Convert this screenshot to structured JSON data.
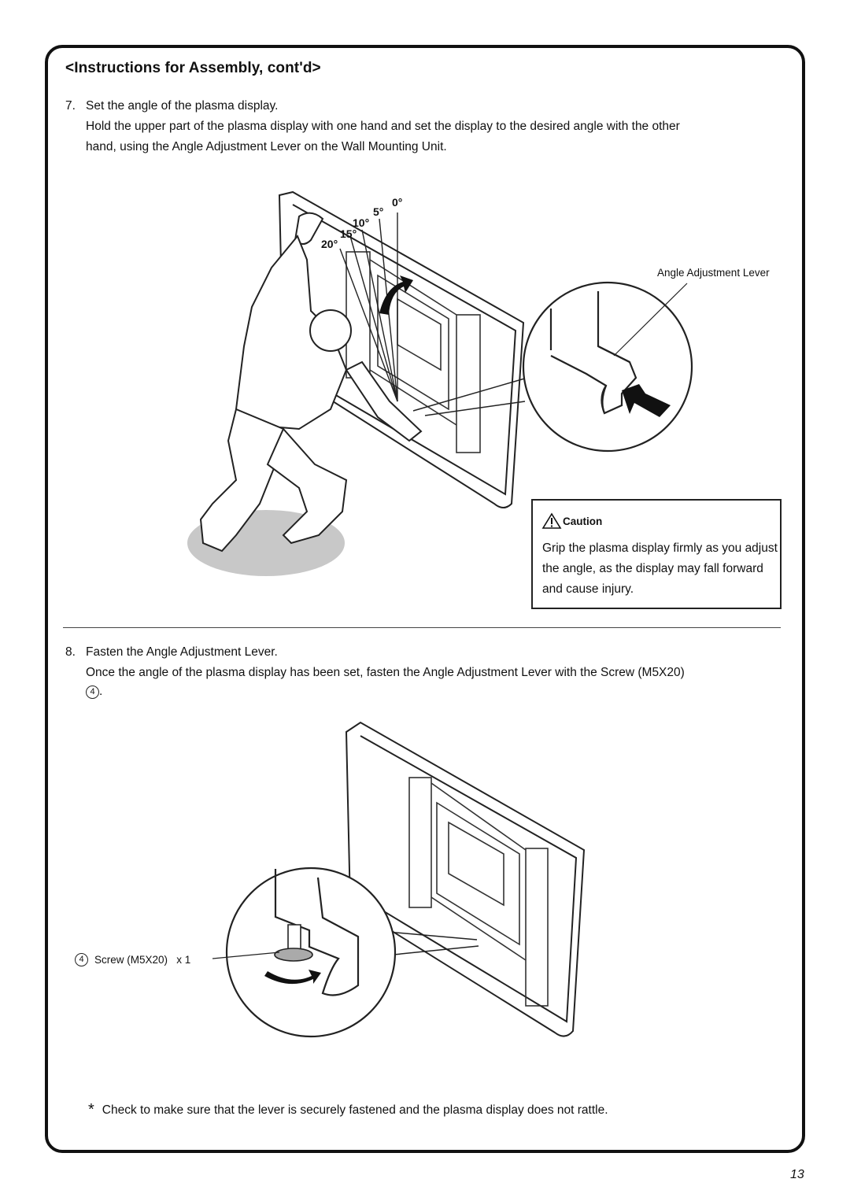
{
  "title": "<Instructions for Assembly, cont'd>",
  "step7": {
    "number": "7.",
    "heading": "Set the angle of the plasma display.",
    "line1": "Hold the upper part of the plasma display with one hand and set the display to the desired angle with the other",
    "line2": "hand, using the Angle Adjustment Lever on the Wall Mounting Unit.",
    "angle_labels": [
      "0°",
      "5°",
      "10°",
      "15°",
      "20°"
    ],
    "callout_label": "Angle Adjustment Lever"
  },
  "caution": {
    "heading": "Caution",
    "text": "Grip the plasma display firmly as you adjust the angle, as the display may fall forward and cause injury."
  },
  "step8": {
    "number": "8.",
    "heading": "Fasten the Angle Adjustment Lever.",
    "line1": "Once the angle of the plasma display has been set, fasten the Angle Adjustment Lever with the Screw (M5X20)",
    "part_ref": "4",
    "part_ref_suffix": ".",
    "screw_number": "4",
    "screw_label": "Screw (M5X20)   x 1"
  },
  "note": {
    "bullet": "*",
    "text": "Check to make sure that the lever is securely fastened and the plasma display does not rattle."
  },
  "page_number": "13"
}
